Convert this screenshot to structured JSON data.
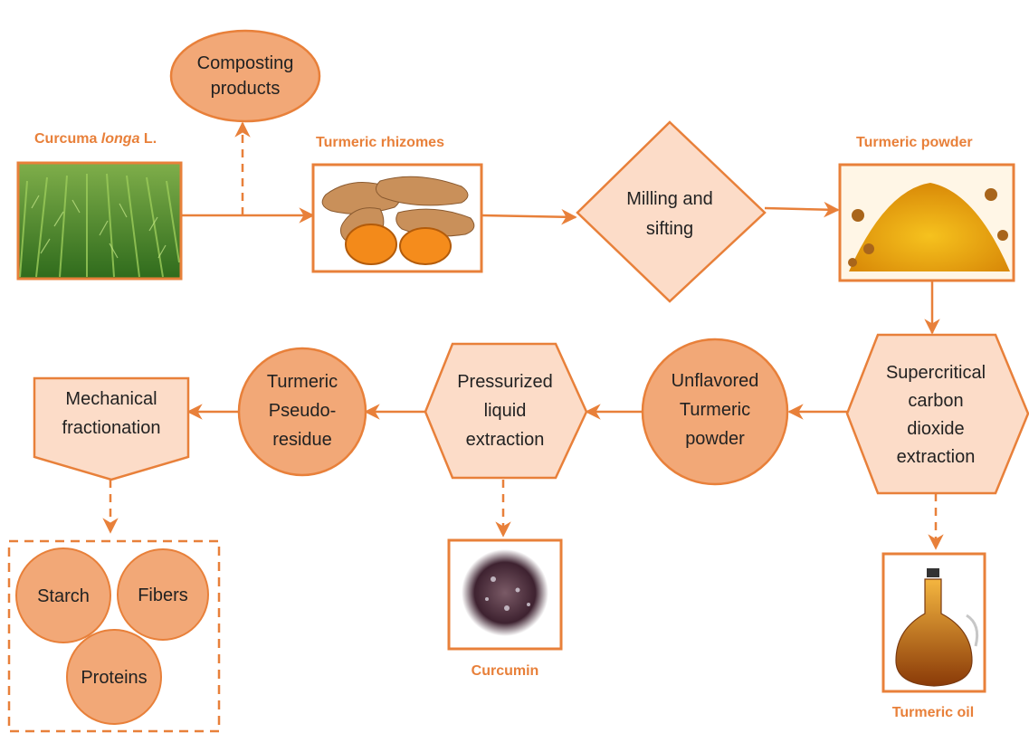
{
  "colors": {
    "accent": "#e8803a",
    "node_fill": "#fcdcc8",
    "circle_fill": "#f2a877",
    "text": "#222222"
  },
  "captions": {
    "curcuma_prefix": "Curcuma ",
    "curcuma_italic": "longa",
    "curcuma_suffix": " L.",
    "rhizomes": "Turmeric rhizomes",
    "powder": "Turmeric powder",
    "curcumin": "Curcumin",
    "oil": "Turmeric oil"
  },
  "nodes": {
    "composting": [
      "Composting",
      "products"
    ],
    "milling": [
      "Milling and",
      "sifting"
    ],
    "supercritical": [
      "Supercritical",
      "carbon",
      "dioxide",
      "extraction"
    ],
    "unflavored": [
      "Unflavored",
      "Turmeric",
      "powder"
    ],
    "pressurized": [
      "Pressurized",
      "liquid",
      "extraction"
    ],
    "pseudo_residue": [
      "Turmeric",
      "Pseudo-",
      "residue"
    ],
    "mechanical": [
      "Mechanical",
      "fractionation"
    ],
    "starch": "Starch",
    "fibers": "Fibers",
    "proteins": "Proteins"
  },
  "images": {
    "field": "crop-field-photo",
    "rhizomes": "turmeric-rhizomes-photo",
    "powder": "turmeric-powder-photo",
    "curcumin": "curcumin-crystals-photo",
    "oil": "turmeric-oil-bottle-photo"
  }
}
